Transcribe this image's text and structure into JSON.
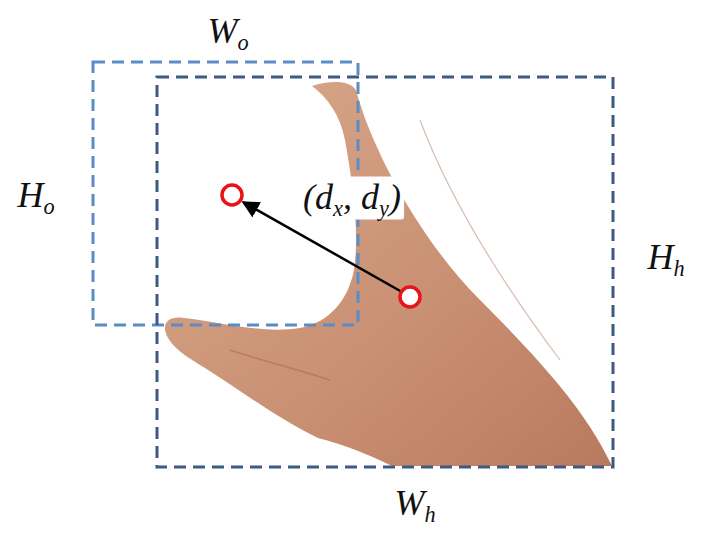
{
  "diagram": {
    "labels": [
      "Wo",
      "Ho",
      "(dx, dy)",
      "Hh",
      "Wh"
    ]
  }
}
